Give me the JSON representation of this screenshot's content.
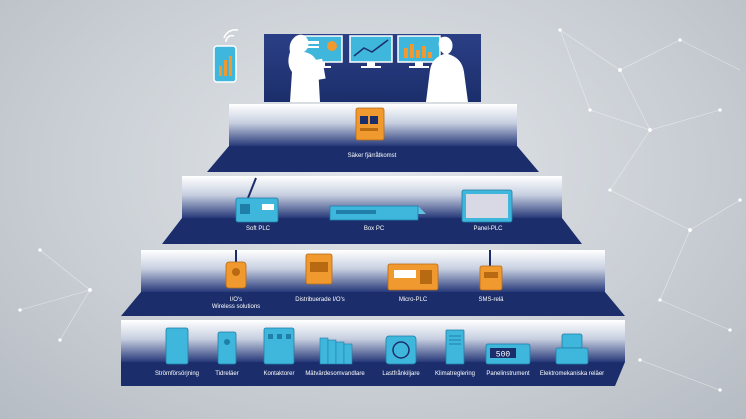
{
  "pyramid": {
    "top": {
      "label": ""
    },
    "tier1": {
      "items": [
        {
          "label": "Säker fjärråtkomst"
        }
      ]
    },
    "tier2": {
      "items": [
        {
          "label": "Soft PLC"
        },
        {
          "label": "Box PC"
        },
        {
          "label": "Panel-PLC"
        }
      ]
    },
    "tier3": {
      "items": [
        {
          "label": "I/O's",
          "sublabel": "Wireless solutions"
        },
        {
          "label": "Distribuerade I/O's"
        },
        {
          "label": "Micro-PLC"
        },
        {
          "label": "SMS-relä"
        }
      ]
    },
    "tier4": {
      "items": [
        {
          "label": "Strömförsörjning"
        },
        {
          "label": "Tidreläer"
        },
        {
          "label": "Kontaktorer"
        },
        {
          "label": "Mätvärdesomvandlare"
        },
        {
          "label": "Lastfrånkiljare"
        },
        {
          "label": "Klimatreglering"
        },
        {
          "label": "Panelinstrument"
        },
        {
          "label": "Elektromekaniska reläer"
        }
      ]
    },
    "display": {
      "panel_value": "500"
    }
  },
  "colors": {
    "navy": "#1b2e6b",
    "cyan": "#3fb6dc",
    "orange": "#f0992e",
    "white": "#ffffff"
  }
}
